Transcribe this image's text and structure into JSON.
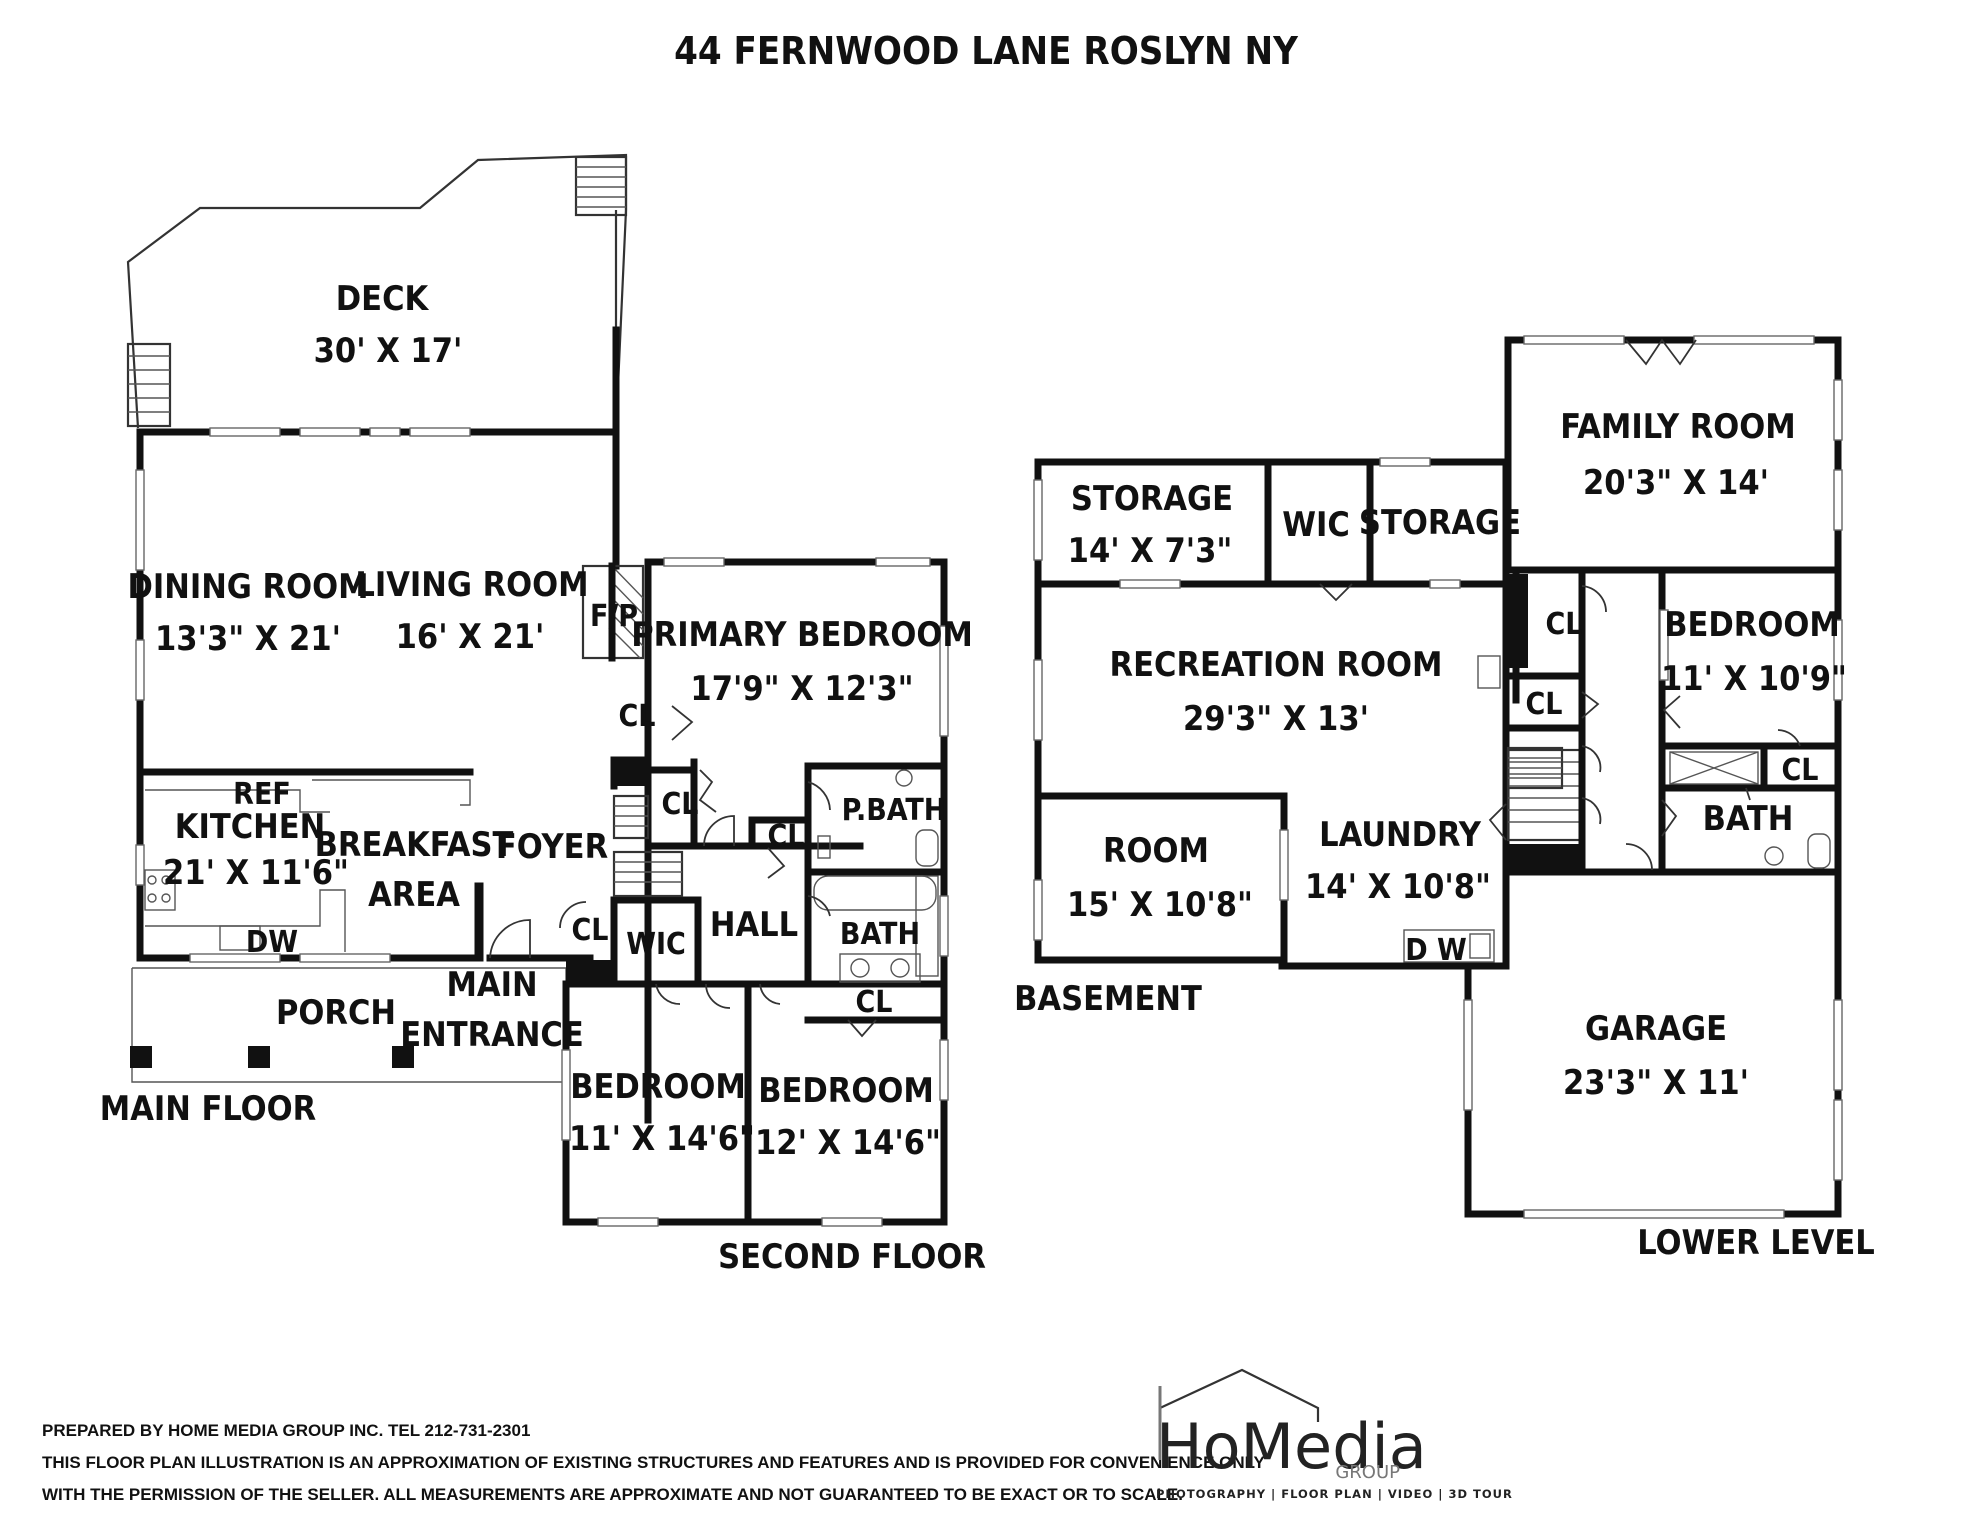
{
  "title": "44 FERNWOOD LANE ROSLYN NY",
  "floors": {
    "main": "MAIN FLOOR",
    "second": "SECOND FLOOR",
    "basement": "BASEMENT",
    "lower": "LOWER LEVEL"
  },
  "rooms": {
    "deck": {
      "name": "DECK",
      "dim": "30' X 17'"
    },
    "dining": {
      "name": "DINING ROOM",
      "dim": "13'3\" X 21'"
    },
    "living": {
      "name": "LIVING ROOM",
      "dim": "16' X 21'"
    },
    "fp": "F/P",
    "ref": "REF",
    "kitchen": {
      "name": "KITCHEN",
      "dim": "21' X 11'6\""
    },
    "dw_kitchen": "DW",
    "breakfast": {
      "line1": "BREAKFAST",
      "line2": "AREA"
    },
    "foyer": "FOYER",
    "porch": "PORCH",
    "main_entrance": {
      "line1": "MAIN",
      "line2": "ENTRANCE"
    },
    "primary_bedroom": {
      "name": "PRIMARY BEDROOM",
      "dim": "17'9\" X 12'3\""
    },
    "cl": "CL",
    "pbath": "P.BATH",
    "bath": "BATH",
    "wic": "WIC",
    "hall": "HALL",
    "bedroom_a": {
      "name": "BEDROOM",
      "dim": "11' X 14'6\""
    },
    "bedroom_b": {
      "name": "BEDROOM",
      "dim": "12' X 14'6\""
    },
    "storage_a": {
      "name": "STORAGE",
      "dim": "14' X 7'3\""
    },
    "storage_b": "STORAGE",
    "recreation": {
      "name": "RECREATION ROOM",
      "dim": "29'3\" X 13'"
    },
    "room": {
      "name": "ROOM",
      "dim": "15' X 10'8\""
    },
    "laundry": {
      "name": "LAUNDRY",
      "dim": "14' X 10'8\""
    },
    "dw_laundry": "D W",
    "family": {
      "name": "FAMILY ROOM",
      "dim": "20'3\" X 14'"
    },
    "bedroom_c": {
      "name": "BEDROOM",
      "dim": "11' X 10'9\""
    },
    "garage": {
      "name": "GARAGE",
      "dim": "23'3\" X 11'"
    }
  },
  "footer": {
    "line1": "PREPARED BY  HOME MEDIA GROUP INC.  TEL 212-731-2301",
    "line2": "THIS FLOOR PLAN ILLUSTRATION IS AN APPROXIMATION OF EXISTING STRUCTURES AND FEATURES AND IS PROVIDED FOR CONVENIENCE ONLY",
    "line3": "WITH THE PERMISSION OF THE SELLER. ALL MEASUREMENTS ARE APPROXIMATE AND NOT GUARANTEED TO BE EXACT OR TO SCALE."
  },
  "logo": {
    "wordmark": "HoMedia",
    "sub": "GROUP",
    "tagline": "PHOTOGRAPHY | FLOOR PLAN | VIDEO | 3D TOUR"
  }
}
